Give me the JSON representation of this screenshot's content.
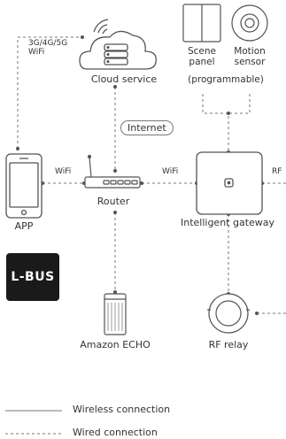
{
  "nodes": {
    "cloud": "Cloud service",
    "scene_panel": "Scene\npanel",
    "motion_sensor": "Motion\nsensor",
    "programmable": "(programmable)",
    "internet": "Internet",
    "router": "Router",
    "gateway": "Intelligent gateway",
    "app": "APP",
    "echo": "Amazon ECHO",
    "rf_relay": "RF relay"
  },
  "edges": {
    "mobile": "3G/4G/5G\nWiFi",
    "app_router": "WiFi",
    "router_gateway": "WiFi",
    "gateway_rf": "RF"
  },
  "logo": "L-BUS",
  "legend": {
    "wireless": "Wireless connection",
    "wired": "Wired connection"
  }
}
